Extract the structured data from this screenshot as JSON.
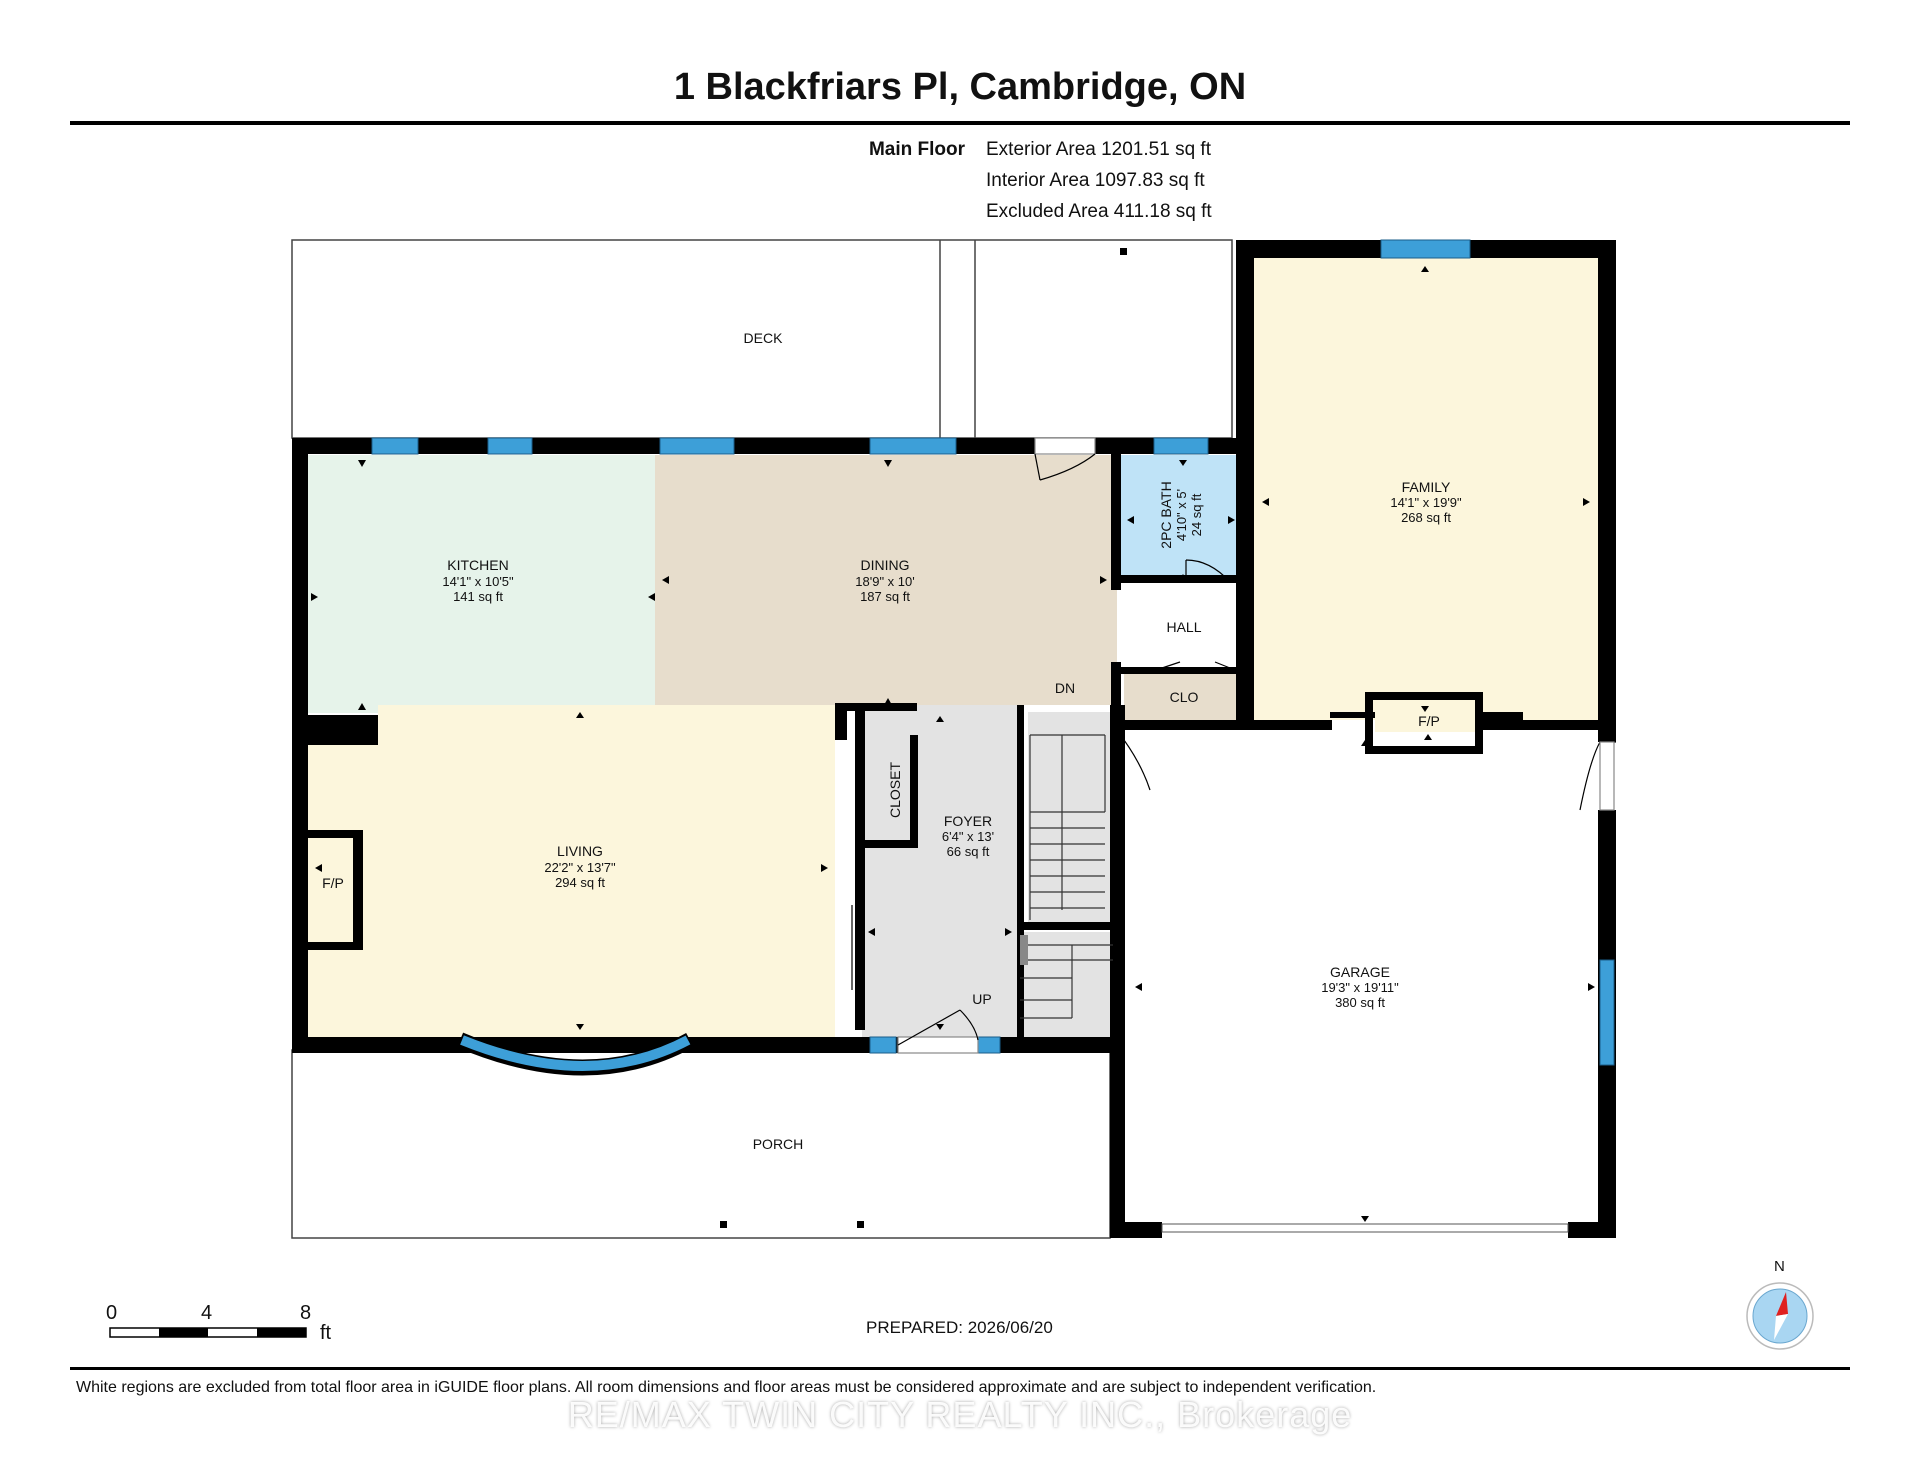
{
  "title": "1 Blackfriars Pl, Cambridge, ON",
  "floor": {
    "name": "Main Floor",
    "exterior_area": "Exterior Area 1201.51 sq ft",
    "interior_area": "Interior Area 1097.83 sq ft",
    "excluded_area": "Excluded Area 411.18 sq ft"
  },
  "rooms": {
    "deck": "DECK",
    "kitchen": {
      "name": "KITCHEN",
      "dims": "14'1\" x 10'5\"",
      "area": "141 sq ft"
    },
    "dining": {
      "name": "DINING",
      "dims": "18'9\" x 10'",
      "area": "187 sq ft"
    },
    "bath": {
      "name": "2PC BATH",
      "dims": "4'10\" x 5'",
      "area": "24 sq ft"
    },
    "family": {
      "name": "FAMILY",
      "dims": "14'1\" x 19'9\"",
      "area": "268 sq ft"
    },
    "hall": "HALL",
    "clo": "CLO",
    "living": {
      "name": "LIVING",
      "dims": "22'2\" x 13'7\"",
      "area": "294 sq ft"
    },
    "fp_living": "F/P",
    "fp_family": "F/P",
    "closet": "CLOSET",
    "foyer": {
      "name": "FOYER",
      "dims": "6'4\" x 13'",
      "area": "66 sq ft"
    },
    "dn": "DN",
    "up": "UP",
    "garage": {
      "name": "GARAGE",
      "dims": "19'3\" x 19'11\"",
      "area": "380 sq ft"
    },
    "porch": "PORCH"
  },
  "scale": {
    "t0": "0",
    "t1": "4",
    "t2": "8",
    "unit": "ft"
  },
  "north": "N",
  "prepared": "PREPARED: 2026/06/20",
  "disclaimer": "White regions are excluded from total floor area in iGUIDE floor plans. All room dimensions and floor areas must be considered approximate and are subject to independent verification.",
  "watermark": "RE/MAX TWIN CITY REALTY INC., Brokerage",
  "colors": {
    "kitchen": "#e6f3ea",
    "dining": "#e7ddcc",
    "bath": "#bfe3f7",
    "family": "#fcf6dc",
    "living": "#fcf6dc",
    "foyer": "#e3e3e3",
    "closet": "#e7ddcc",
    "window": "#3d9fd8",
    "wall": "#000000"
  }
}
